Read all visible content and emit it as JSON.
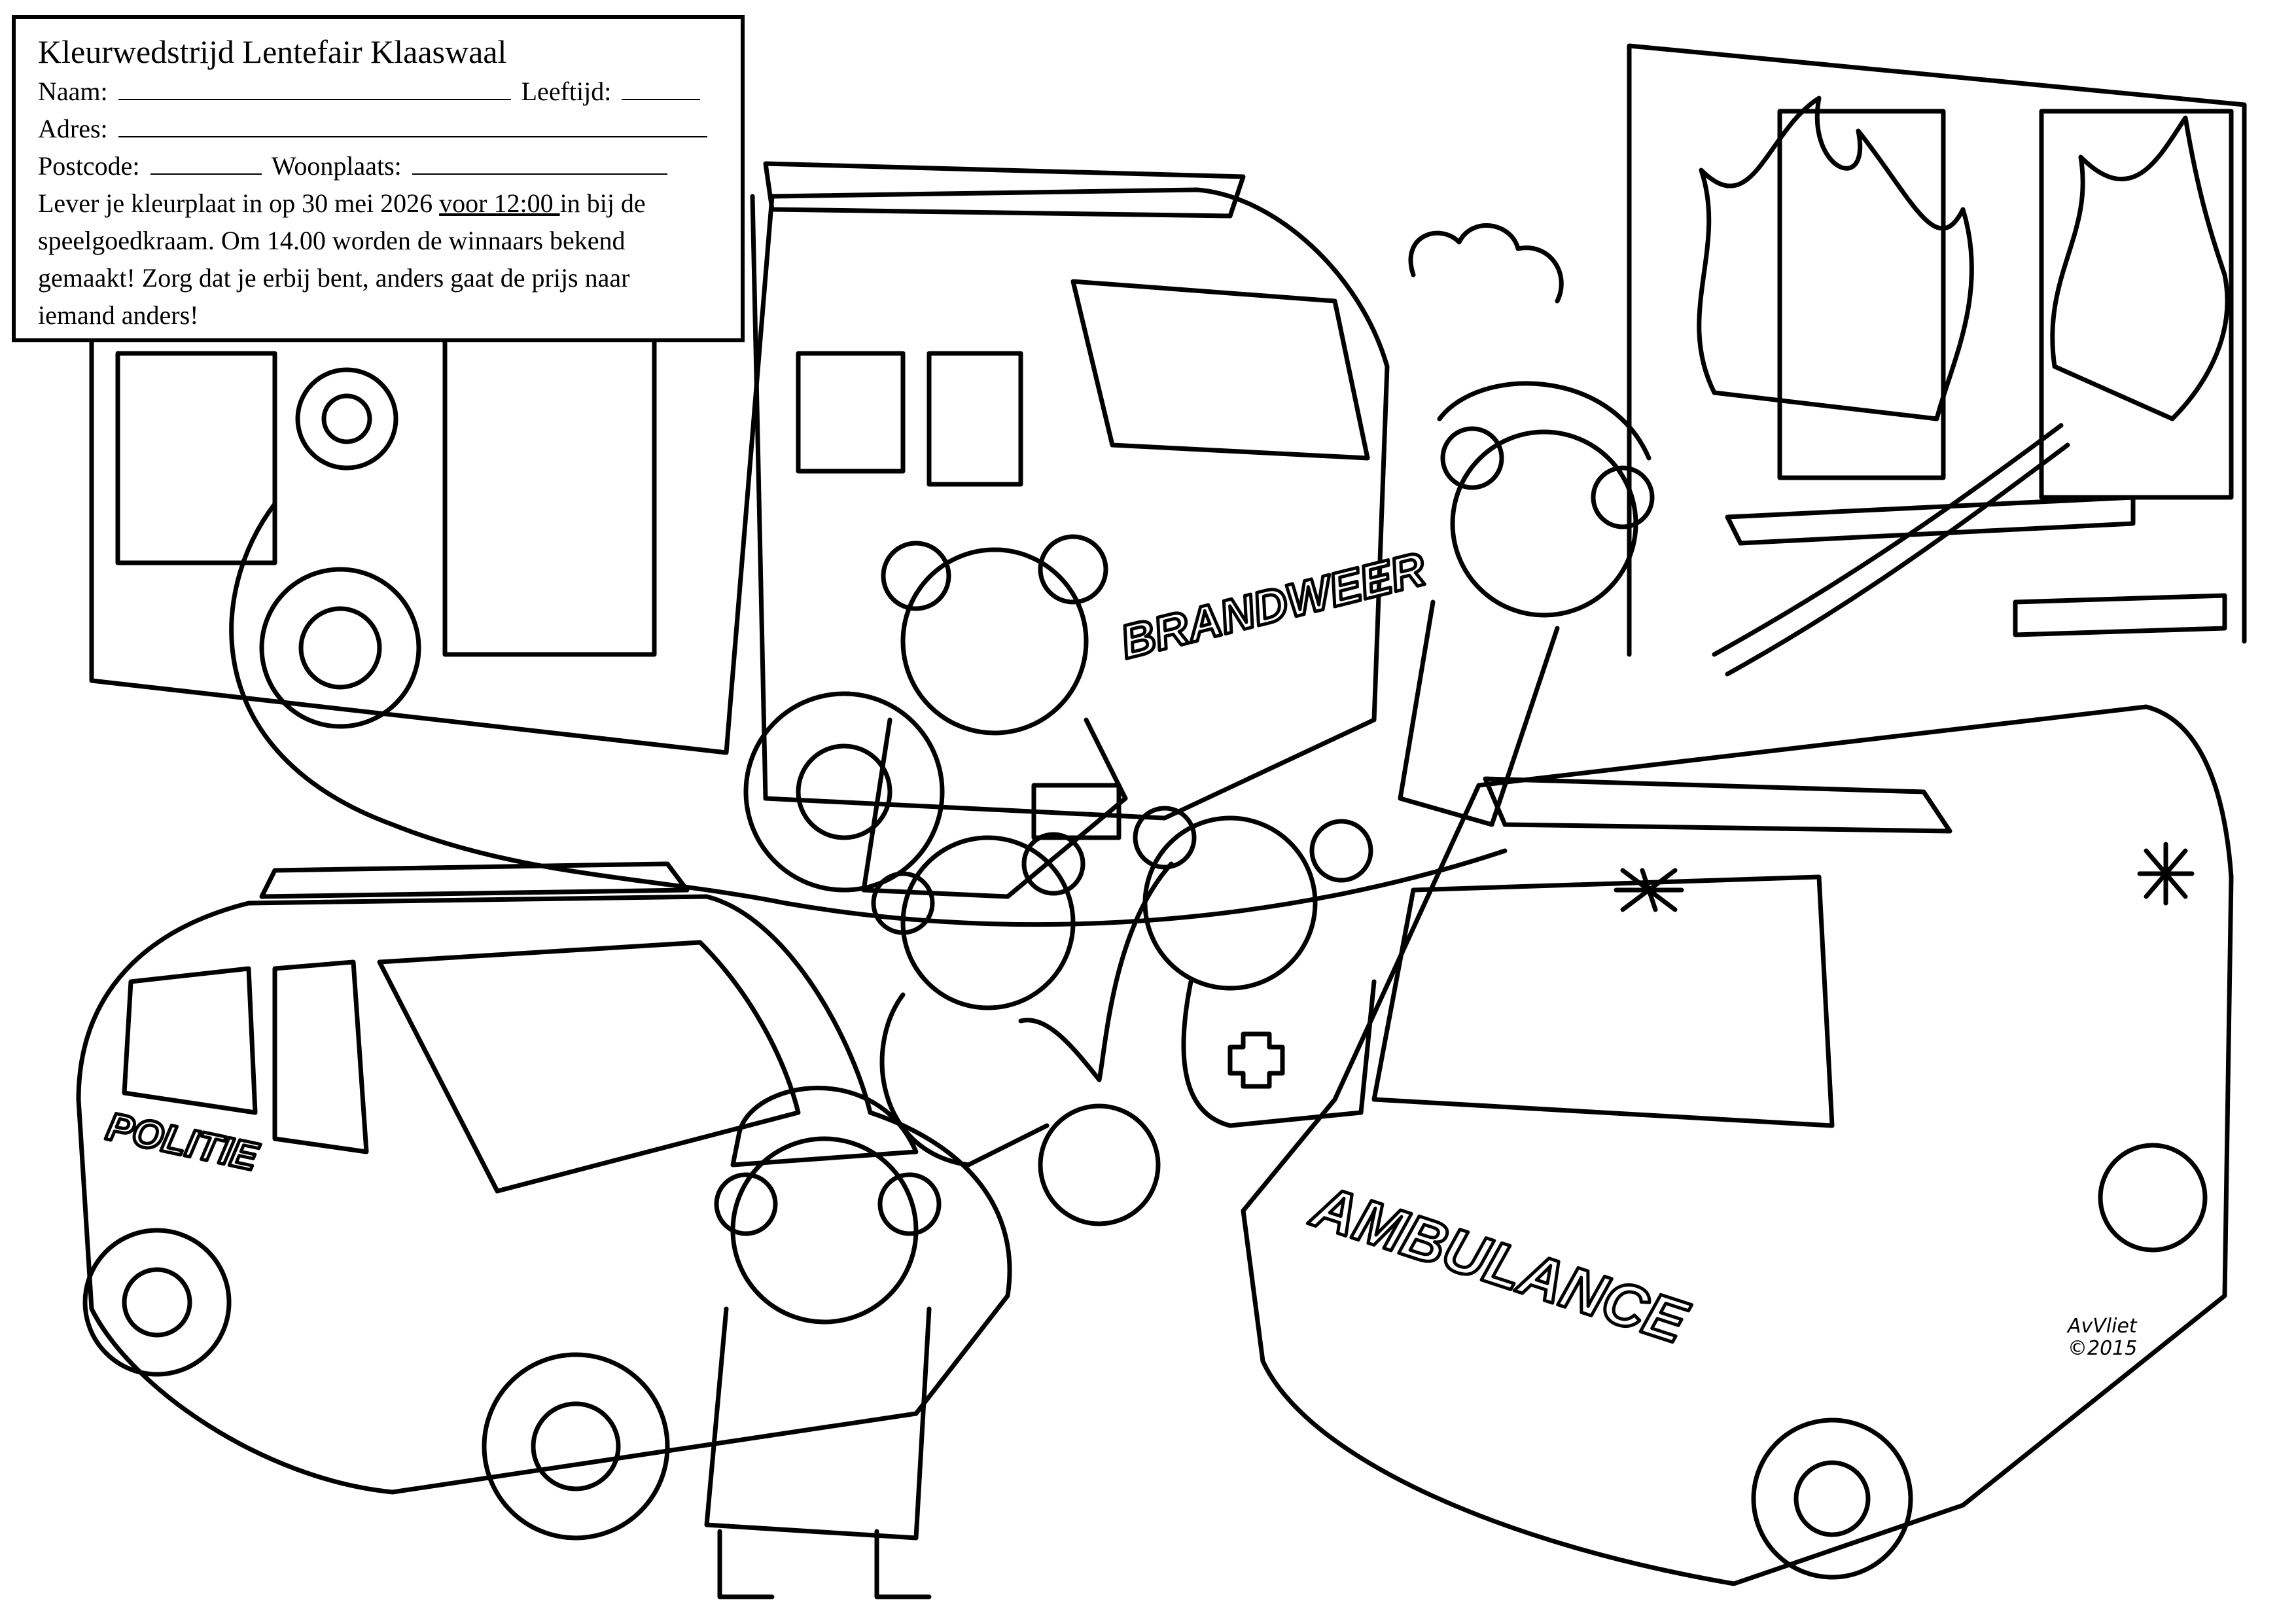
{
  "form": {
    "title": "Kleurwedstrijd Lentefair Klaaswaal",
    "name_label": "Naam:",
    "age_label": "Leeftijd:",
    "address_label": "Adres:",
    "postcode_label": "Postcode:",
    "city_label": "Woonplaats:",
    "instructions_part1": "Lever je kleurplaat in op 30 mei 2026 ",
    "instructions_deadline": "voor 12:00 ",
    "instructions_part2": "in bij de",
    "instructions_line2": "speelgoedkraam. Om 14.00 worden de winnaars bekend",
    "instructions_line3": "gemaakt! Zorg dat je erbij bent, anders gaat de prijs naar",
    "instructions_line4": "iemand anders!"
  },
  "illustration": {
    "fire_truck_label": "BRANDWEER",
    "police_label": "POLITIE",
    "ambulance_label": "AMBULANCE"
  },
  "signature": {
    "name": "AvVliet",
    "copyright": "©2015"
  }
}
